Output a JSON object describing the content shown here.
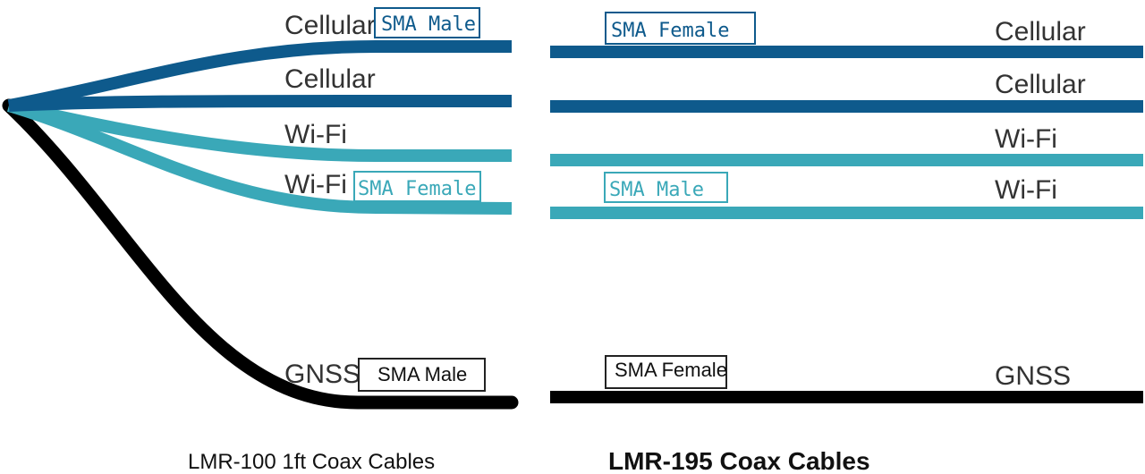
{
  "colors": {
    "cellular": "#0e5a8c",
    "wifi": "#3aa8b8",
    "gnss": "#000000"
  },
  "left": {
    "cables": [
      {
        "id": "cell1",
        "label": "Cellular",
        "connector": "SMA Male"
      },
      {
        "id": "cell2",
        "label": "Cellular",
        "connector": ""
      },
      {
        "id": "wifi1",
        "label": "Wi-Fi",
        "connector": ""
      },
      {
        "id": "wifi2",
        "label": "Wi-Fi",
        "connector": "SMA Female"
      },
      {
        "id": "gnss",
        "label": "GNSS",
        "connector": "SMA Male"
      }
    ],
    "caption": "LMR-100 1ft Coax Cables"
  },
  "right": {
    "cables": [
      {
        "id": "cell1",
        "label": "Cellular",
        "connector": "SMA Female"
      },
      {
        "id": "cell2",
        "label": "Cellular",
        "connector": ""
      },
      {
        "id": "wifi1",
        "label": "Wi-Fi",
        "connector": ""
      },
      {
        "id": "wifi2",
        "label": "Wi-Fi",
        "connector": "SMA Male"
      },
      {
        "id": "gnss",
        "label": "GNSS",
        "connector": "SMA Female"
      }
    ],
    "caption": "LMR-195 Coax Cables"
  }
}
